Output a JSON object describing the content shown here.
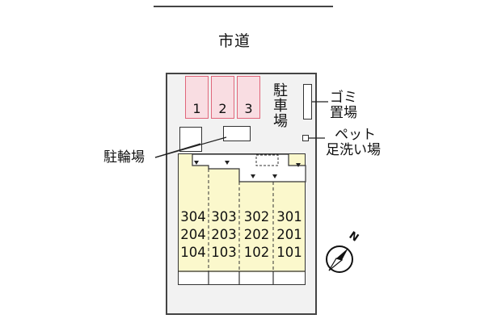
{
  "road": {
    "label": "市道"
  },
  "parking": {
    "label_chars": [
      "駐",
      "車",
      "場"
    ],
    "spaces": [
      "1",
      "2",
      "3"
    ]
  },
  "garbage": {
    "label_lines": [
      "ゴミ",
      "置場"
    ]
  },
  "pet_wash": {
    "label_lines": [
      "ペット",
      "足洗い場"
    ]
  },
  "bicycle": {
    "label": "駐輪場"
  },
  "units": [
    [
      "304",
      "204",
      "104"
    ],
    [
      "303",
      "203",
      "103"
    ],
    [
      "302",
      "202",
      "102"
    ],
    [
      "301",
      "201",
      "101"
    ]
  ],
  "compass": {
    "north_letter": "N"
  },
  "colors": {
    "parking_fill": "#f9dde2",
    "parking_border": "#e0667a",
    "building_fill": "#fbf8cc",
    "lot_fill": "#f2f2f2"
  }
}
